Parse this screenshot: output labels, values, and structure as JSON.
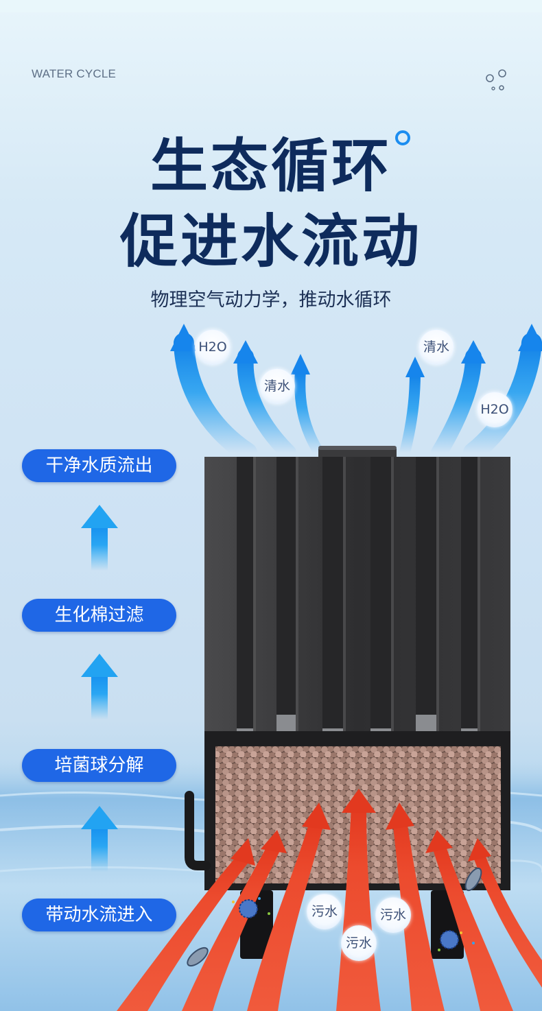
{
  "header": {
    "tag": "WATER CYCLE",
    "title_line1": "生态循环",
    "title_line2": "促进水流动",
    "subtitle": "物理空气动力学，推动水循环"
  },
  "steps": [
    {
      "label": "干净水质流出"
    },
    {
      "label": "生化棉过滤"
    },
    {
      "label": "培菌球分解"
    },
    {
      "label": "带动水流进入"
    }
  ],
  "chips": {
    "top": [
      "H2O",
      "清水",
      "清水",
      "H2O"
    ],
    "bottom": [
      "污水",
      "污水",
      "污水"
    ]
  },
  "colors": {
    "title": "#0e2b5c",
    "pill": "#1f67e6",
    "clean_arrow": "#1d9cf0",
    "dirty_arrow": "#ee4a2e"
  },
  "icons": [
    "bubbles-icon",
    "degree-circle-icon",
    "up-arrow-icon",
    "bacteria-icon"
  ]
}
